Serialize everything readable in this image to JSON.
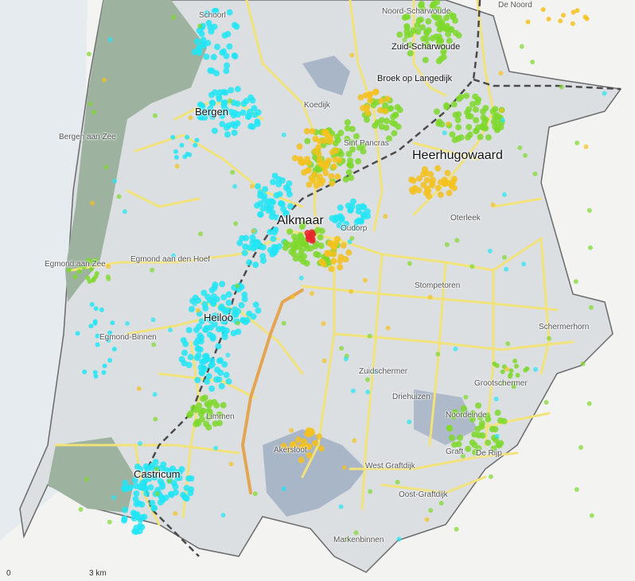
{
  "colors": {
    "sea": "#e7ecf0",
    "land_outside": "#f2f3f2",
    "municipality": "#dcdfe3",
    "dunes": "#9fb4a1",
    "water": "#aab7c9",
    "road": "#f1e27a",
    "highway": "#e8a650",
    "border": "#555555",
    "dots_cyan": "#21e5f5",
    "dots_green": "#7dd82a",
    "dots_orange": "#f5c11d",
    "dots_red": "#e8262c"
  },
  "places": [
    {
      "name": "Noord-Scharwoude",
      "style": "small"
    },
    {
      "name": "De Noord",
      "style": "small"
    },
    {
      "name": "Schoorl",
      "style": "small"
    },
    {
      "name": "Zuid-Scharwoude",
      "style": "dark"
    },
    {
      "name": "Broek op Langedijk",
      "style": "dark"
    },
    {
      "name": "Bergen",
      "style": "med"
    },
    {
      "name": "Koedijk",
      "style": "small"
    },
    {
      "name": "Sint Pancras",
      "style": "small"
    },
    {
      "name": "Heerhugowaard",
      "style": "big"
    },
    {
      "name": "Bergen aan Zee",
      "style": "small"
    },
    {
      "name": "Alkmaar",
      "style": "big"
    },
    {
      "name": "Oudorp",
      "style": "small"
    },
    {
      "name": "Oterleek",
      "style": "small"
    },
    {
      "name": "Egmond aan Zee",
      "style": "small"
    },
    {
      "name": "Egmond aan den Hoef",
      "style": "small"
    },
    {
      "name": "Stompetoren",
      "style": "small"
    },
    {
      "name": "Heiloo",
      "style": "med"
    },
    {
      "name": "Schermerhorn",
      "style": "small"
    },
    {
      "name": "Egmond-Binnen",
      "style": "small"
    },
    {
      "name": "Zuidschermer",
      "style": "small"
    },
    {
      "name": "Grootschermer",
      "style": "small"
    },
    {
      "name": "Driehuizen",
      "style": "small"
    },
    {
      "name": "Noordeinde",
      "style": "small"
    },
    {
      "name": "Limmen",
      "style": "small"
    },
    {
      "name": "Akersloot",
      "style": "small"
    },
    {
      "name": "Graft",
      "style": "small"
    },
    {
      "name": "De Rijp",
      "style": "small"
    },
    {
      "name": "West Graftdijk",
      "style": "small"
    },
    {
      "name": "Castricum",
      "style": "med"
    },
    {
      "name": "Oost-Graftdijk",
      "style": "small"
    },
    {
      "name": "Markenbinnen",
      "style": "small"
    }
  ],
  "scale_bar": {
    "start": "0",
    "end": "3 km"
  }
}
